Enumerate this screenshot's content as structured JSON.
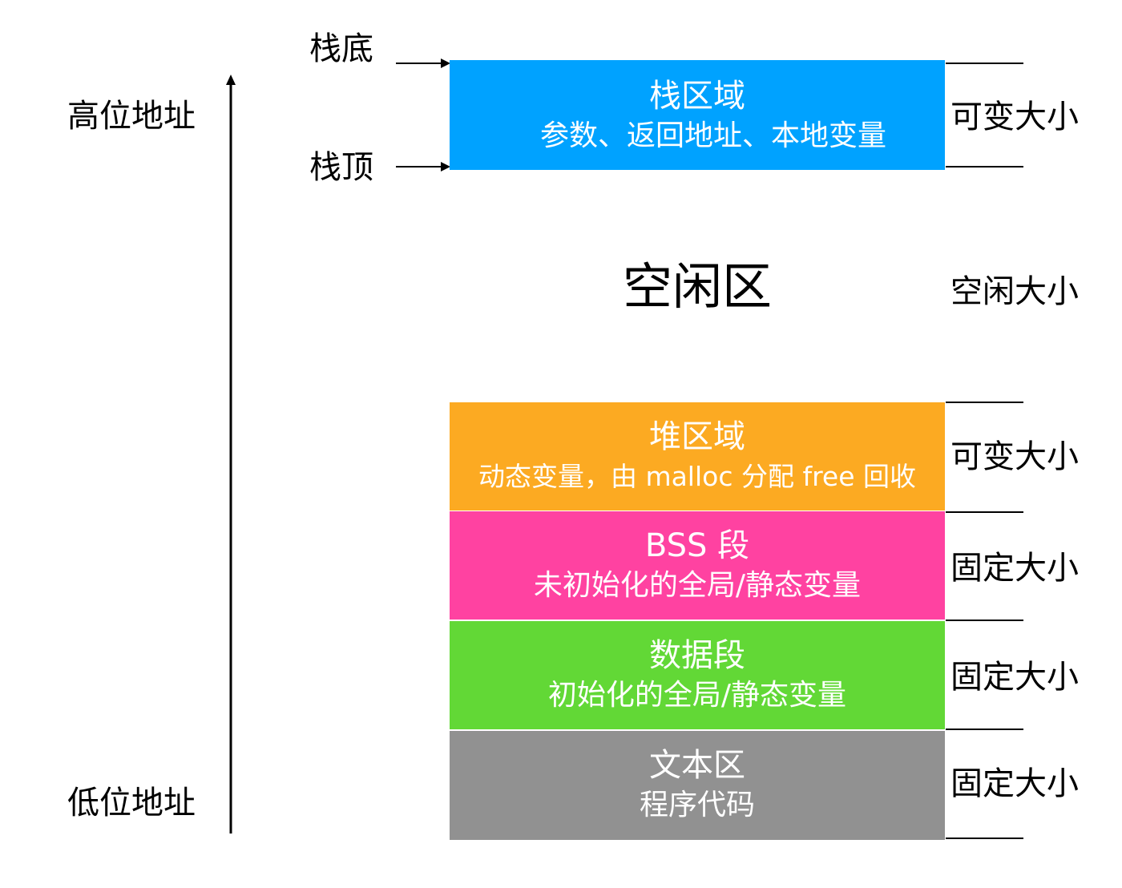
{
  "address": {
    "high": "高位地址",
    "low": "低位地址"
  },
  "stack_pointers": {
    "bottom": "栈底",
    "top": "栈顶"
  },
  "segments": {
    "stack": {
      "title": "栈区域",
      "desc": "参数、返回地址、本地变量",
      "size": "可变大小",
      "color": "#00A2FF"
    },
    "free": {
      "title": "空闲区",
      "size": "空闲大小"
    },
    "heap": {
      "title": "堆区域",
      "desc": "动态变量，由 malloc 分配 free 回收",
      "size": "可变大小",
      "color": "#FCAA22"
    },
    "bss": {
      "title": "BSS 段",
      "desc": "未初始化的全局/静态变量",
      "size": "固定大小",
      "color": "#FF42A1"
    },
    "data": {
      "title": "数据段",
      "desc": "初始化的全局/静态变量",
      "size": "固定大小",
      "color": "#62D836"
    },
    "text": {
      "title": "文本区",
      "desc": "程序代码",
      "size": "固定大小",
      "color": "#919191"
    }
  },
  "icons": {
    "address_axis": "up-arrow-icon",
    "pointer": "right-arrow-icon"
  }
}
